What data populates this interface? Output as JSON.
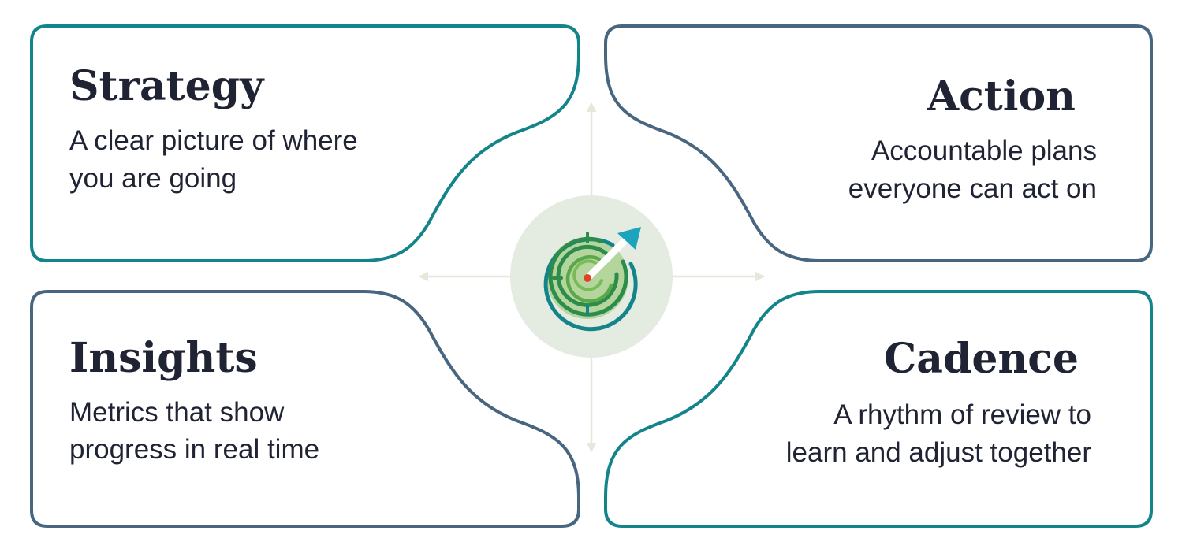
{
  "colors": {
    "teal": "#13848a",
    "slate": "#48667f",
    "ink": "#1f2333",
    "arrow_axis": "#e6e8dc",
    "center_disc": "#e4ebe0",
    "maze_green": "#2d8b4c",
    "maze_light_green": "#8cc466",
    "pointer_arrow": "#1ba4bc",
    "target_dot": "#e4412a"
  },
  "quadrants": {
    "strategy": {
      "title": "Strategy",
      "line1": "A clear picture of where",
      "line2": "you are going"
    },
    "action": {
      "title": "Action",
      "line1": "Accountable plans",
      "line2": "everyone can act on"
    },
    "insights": {
      "title": "Insights",
      "line1": "Metrics that show",
      "line2": "progress in real time"
    },
    "cadence": {
      "title": "Cadence",
      "line1": "A rhythm of review to",
      "line2": "learn and adjust together"
    }
  },
  "center_icon": "maze-target-icon"
}
